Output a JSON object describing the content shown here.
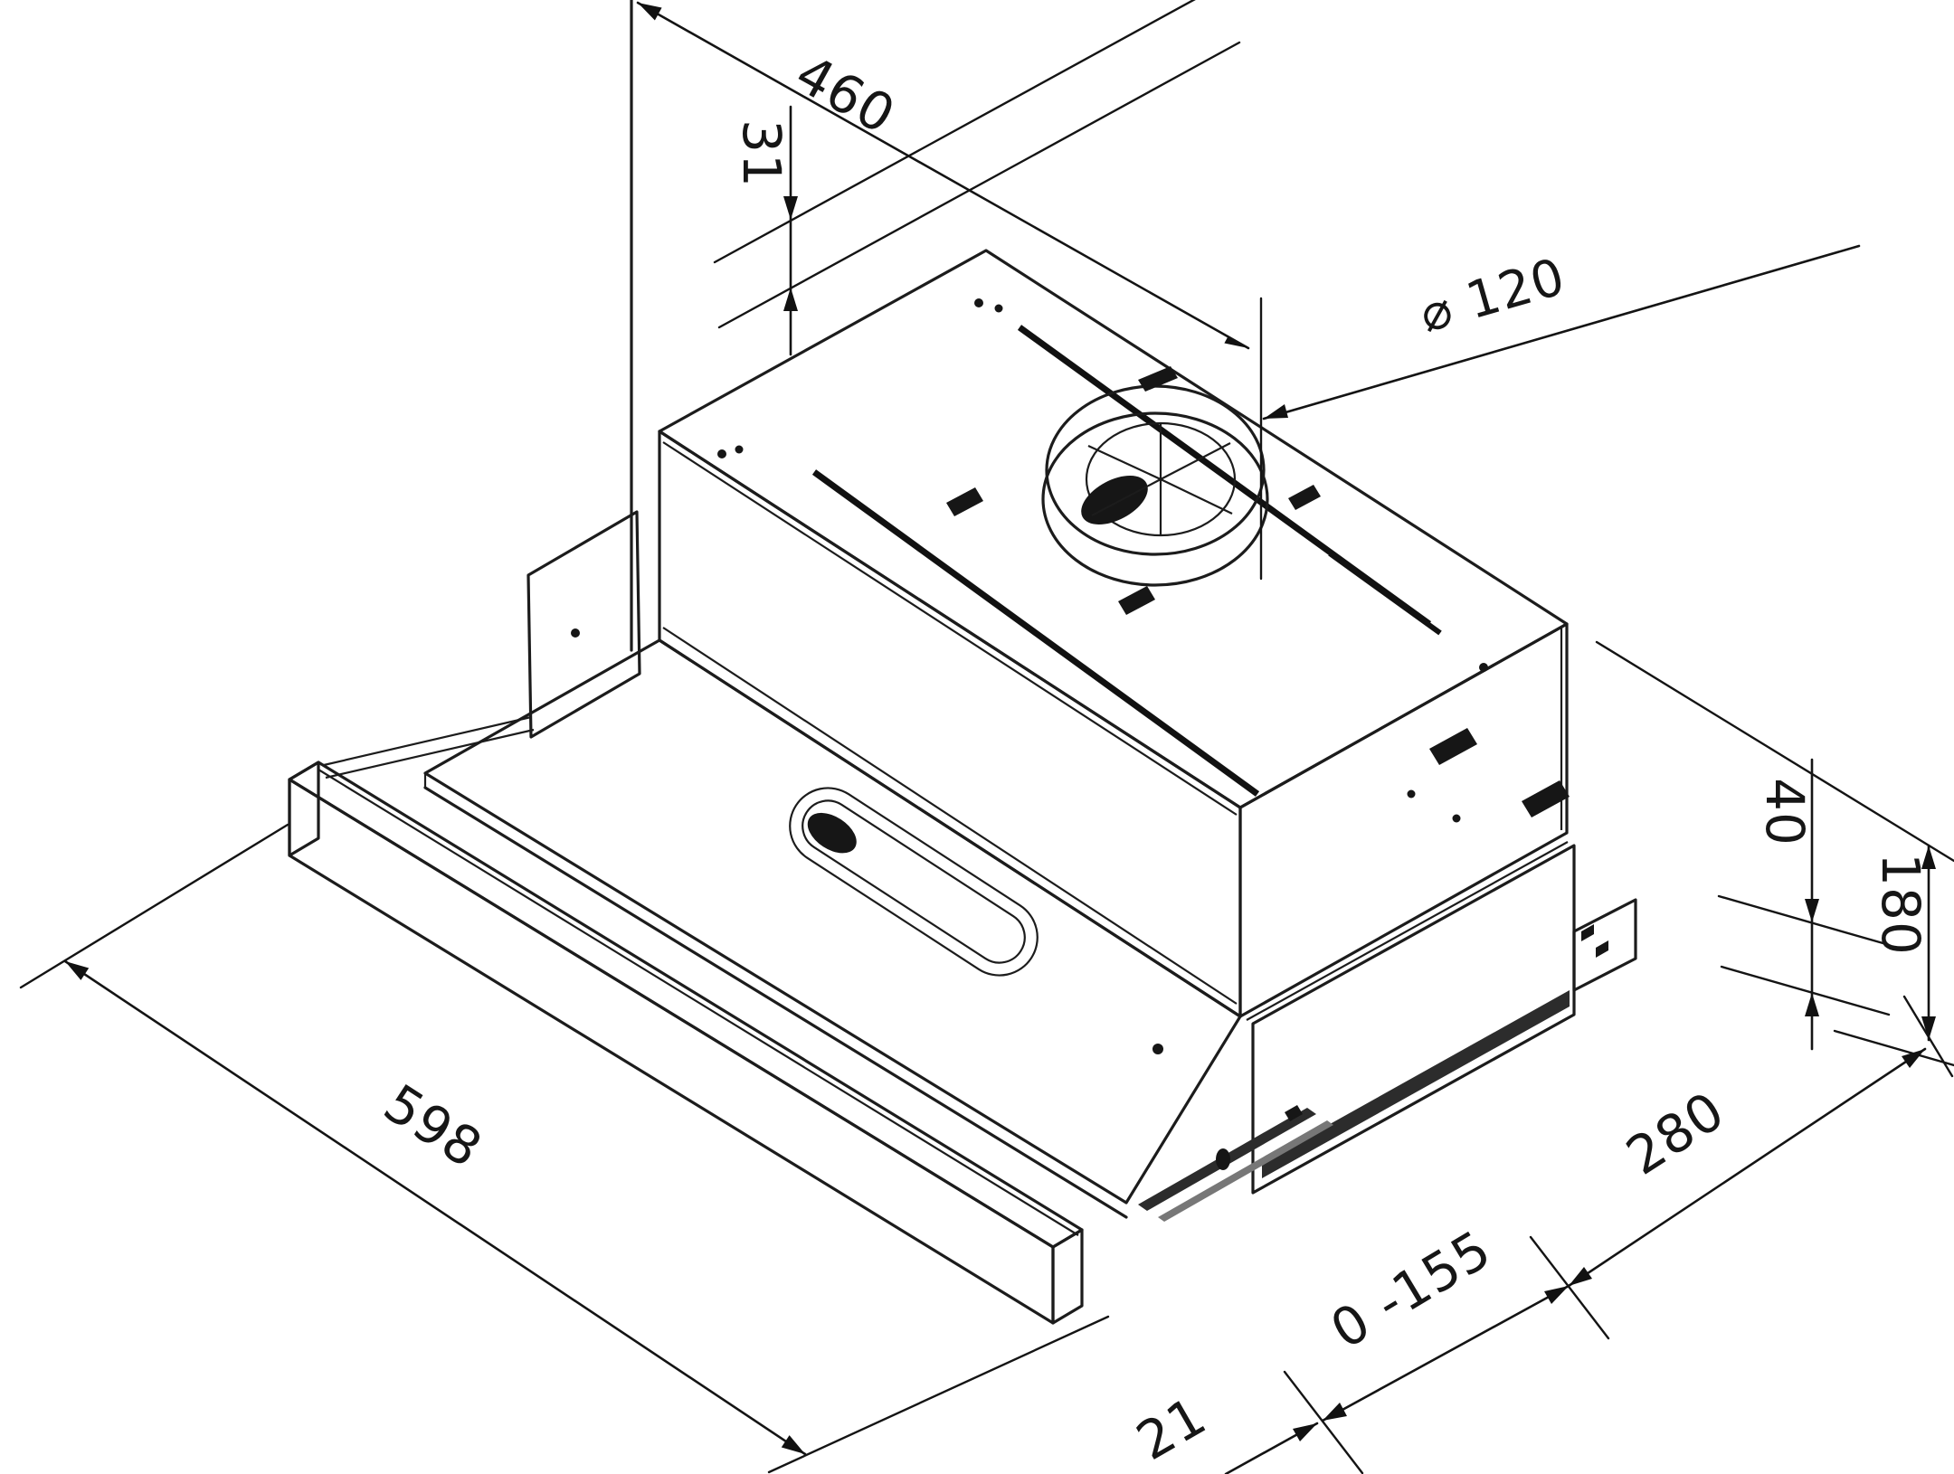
{
  "drawing": {
    "type": "technical-dimension-drawing",
    "subject": "telescopic cooker hood, isometric view",
    "background_color": "#ffffff",
    "line_color": "#1c1c1c",
    "dimensions": {
      "top_depth": {
        "text": "460"
      },
      "rear_gap": {
        "text": "31"
      },
      "duct_diameter": {
        "text": "⌀ 120"
      },
      "slide_section_height": {
        "text": "40"
      },
      "body_height": {
        "text": "180"
      },
      "body_depth": {
        "text": "280"
      },
      "pullout_travel": {
        "text": "0 -155"
      },
      "front_bar_thickness": {
        "text": "21"
      },
      "front_width": {
        "text": "598"
      }
    }
  }
}
